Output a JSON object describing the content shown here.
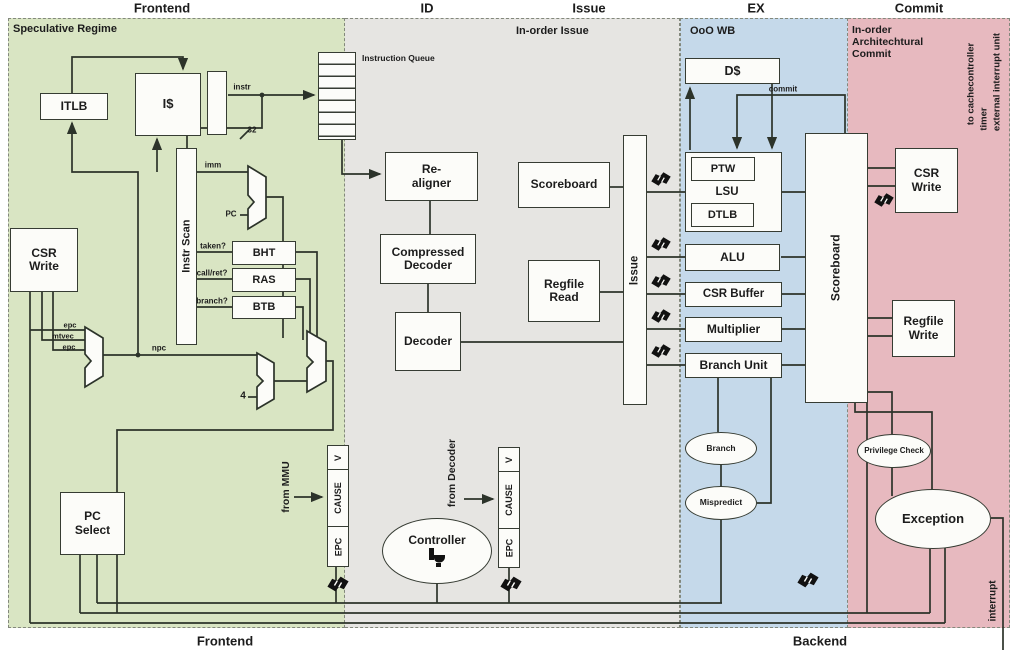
{
  "headers": {
    "top": {
      "frontend": "Frontend",
      "id": "ID",
      "issue": "Issue",
      "ex": "EX",
      "commit": "Commit"
    },
    "bottom": {
      "frontend": "Frontend",
      "backend": "Backend"
    }
  },
  "regions": {
    "speculative": "Speculative Regime",
    "inorder_issue": "In-order Issue",
    "ooo_wb": "OoO WB",
    "inorder_commit": "In-order\nArchitechtural\nCommit"
  },
  "blocks": {
    "itlb": "ITLB",
    "icache": "I$",
    "iq_label": "Instruction Queue",
    "instr_scan": "Instr Scan",
    "bht": "BHT",
    "ras": "RAS",
    "btb": "BTB",
    "csr_write_front": "CSR\nWrite",
    "pc_select": "PC\nSelect",
    "realigner": "Re-\naligner",
    "compressed_decoder": "Compressed\nDecoder",
    "decoder": "Decoder",
    "scoreboard_issue": "Scoreboard",
    "regfile_read": "Regfile\nRead",
    "issue_bar": "Issue",
    "dcache": "D$",
    "ptw": "PTW",
    "lsu": "LSU",
    "dtlb": "DTLB",
    "alu": "ALU",
    "csr_buffer": "CSR Buffer",
    "multiplier": "Multiplier",
    "branch_unit": "Branch Unit",
    "scoreboard_ex": "Scoreboard",
    "csr_write_commit": "CSR\nWrite",
    "regfile_write": "Regfile\nWrite"
  },
  "ellipses": {
    "controller": "Controller",
    "branch": "Branch",
    "mispredict": "Mispredict",
    "privilege_check": "Privilege Check",
    "exception": "Exception"
  },
  "registers": {
    "v": "V",
    "cause": "CAUSE",
    "epc": "EPC"
  },
  "wire_labels": {
    "instr": "instr",
    "bus_width": "32",
    "imm": "imm",
    "pc": "PC",
    "taken": "taken?",
    "call_ret": "call/ret?",
    "branch_q": "branch?",
    "plus_four": "4",
    "npc": "npc",
    "epc_a": "epc",
    "mtvec": "mtvec",
    "epc_b": "epc",
    "commit": "commit",
    "from_mmu": "from MMU",
    "from_decoder": "from Decoder",
    "interrupt": "interrupt"
  },
  "side_labels": {
    "to_cache": "to cachecontroller",
    "timer": "timer",
    "ext_interrupt": "external interrupt unit"
  },
  "colors": {
    "region_frontend": "#d9e5c3",
    "region_id_issue": "#e6e5e2",
    "region_ex": "#c5d9ea",
    "region_commit": "#e7b9bf",
    "wire": "#2c332a"
  }
}
